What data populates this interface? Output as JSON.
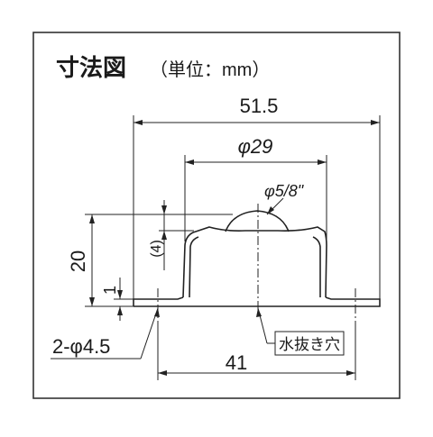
{
  "title": "寸法図",
  "unit_note": "（単位：mm）",
  "dimensions": {
    "overall_width": "51.5",
    "body_diameter": "φ29",
    "ball_diameter": "φ5/8\"",
    "ball_protrusion": "(4)",
    "total_height": "20",
    "flange_thickness": "1",
    "hole_spec": "2-φ4.5",
    "hole_pitch": "41"
  },
  "labels": {
    "drain_hole": "水抜き穴"
  }
}
